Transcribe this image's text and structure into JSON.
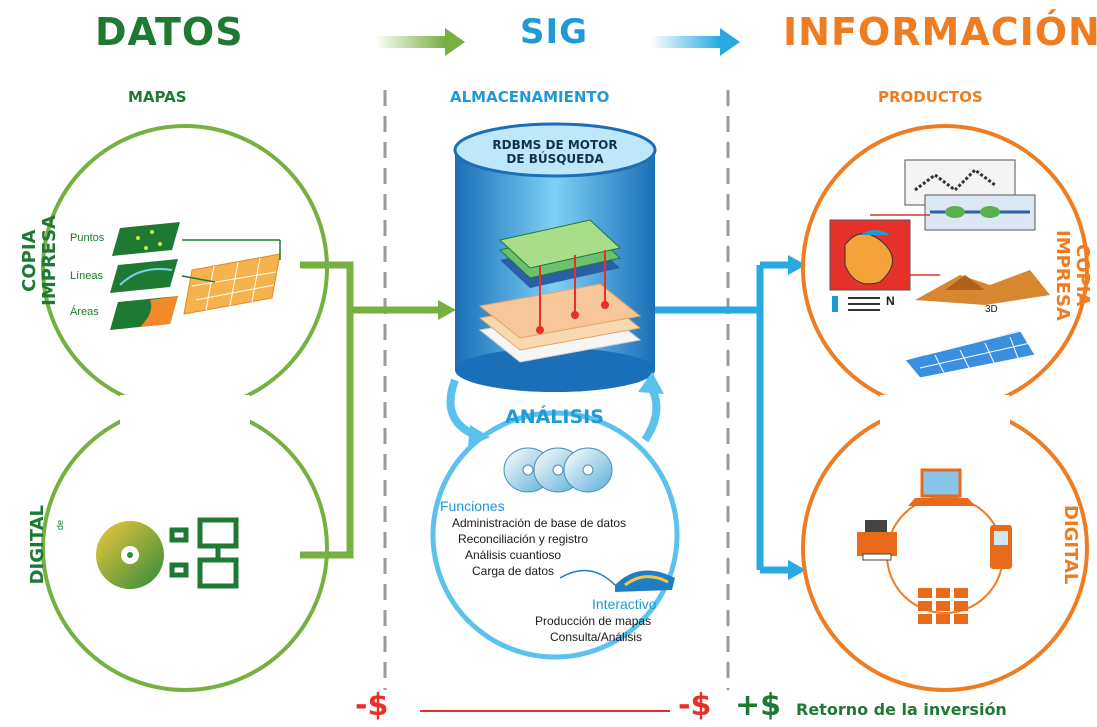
{
  "header": {
    "datos": "DATOS",
    "sig": "SIG",
    "informacion": "INFORMACIÓN"
  },
  "datos_panel": {
    "subtitle": "MAPAS",
    "copy_label": "COPIA\nIMPRESA",
    "digital_label": "DIGITAL",
    "digital_small": "de",
    "layers": [
      "Puntos",
      "Líneas",
      "Áreas"
    ]
  },
  "sig_panel": {
    "subtitle": "ALMACENAMIENTO",
    "db_title_line1": "RDBMS DE MOTOR",
    "db_title_line2": "DE BÚSQUEDA",
    "analysis_title": "ANÁLISIS",
    "functions_title": "Funciones",
    "functions": [
      "Administración de base de datos",
      "Reconciliación y registro",
      "Análisis cuantioso",
      "Carga de datos"
    ],
    "interactive_title": "Interactivo",
    "interactive": [
      "Producción de mapas",
      "Consulta/Análisis"
    ]
  },
  "info_panel": {
    "subtitle": "PRODUCTOS",
    "copy_label": "COPIA\nIMPRESA",
    "digital_label": "DIGITAL",
    "label_3d": "3D",
    "north": "N"
  },
  "footer": {
    "cost_left": "-$",
    "cost_right": "-$",
    "gain": "+$",
    "roi": "Retorno de la inversión"
  },
  "colors": {
    "green": "#1e7a32",
    "green_light": "#76b041",
    "blue": "#1f9ad6",
    "blue_light": "#5bc2ee",
    "orange": "#f07c22",
    "red": "#e5312a"
  }
}
